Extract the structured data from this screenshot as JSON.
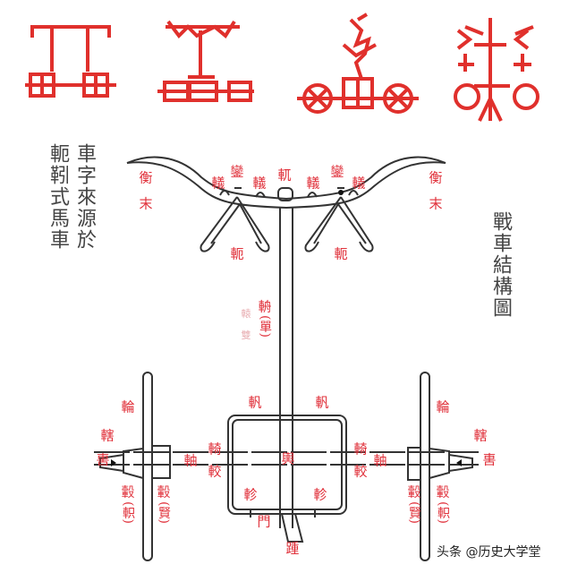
{
  "left_caption": [
    "車字來源於",
    "軛靷式馬車"
  ],
  "right_caption": "戰車結構圖",
  "labels": {
    "heng_mo_left": [
      "衡",
      "末"
    ],
    "heng_mo_right": [
      "衡",
      "末"
    ],
    "yi": "轙",
    "luan": "鑾",
    "yue": "軏",
    "e": "軛",
    "zhou_pole": "輈",
    "dan": "(單)",
    "faint_left": [
      "轅",
      "雙"
    ],
    "lun": "輪",
    "xia": "轄",
    "wei": "軎",
    "gu": "轂",
    "zhi_paren": "(軹)",
    "xian_paren": "(賢)",
    "fan": "軓",
    "yi_side": "輢",
    "axle": "軸",
    "jiao": "較",
    "yu": "輿",
    "zhen": "軫",
    "men": "門",
    "zhong": "踵"
  },
  "watermark": "头条 @历史大学堂",
  "colors": {
    "label": "#e0303a",
    "line": "#333333"
  }
}
